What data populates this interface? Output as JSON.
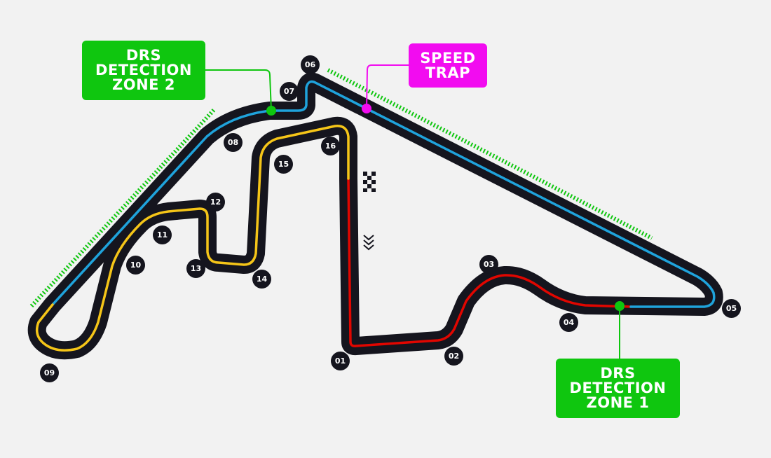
{
  "callouts": {
    "drs_zone_2": "DRS\nDETECTION\nZONE 2",
    "speed_trap": "SPEED\nTRAP",
    "drs_zone_1": "DRS\nDETECTION\nZONE 1"
  },
  "corners": [
    "01",
    "02",
    "03",
    "04",
    "05",
    "06",
    "07",
    "08",
    "09",
    "10",
    "11",
    "12",
    "13",
    "14",
    "15",
    "16"
  ],
  "colors": {
    "track": "#15151e",
    "sector_1": "#e10600",
    "sector_2": "#1fa3dc",
    "sector_3": "#f5c518",
    "drs": "#0fc60f",
    "speed_trap": "#f20cf0"
  },
  "icons": {
    "start_finish": "checkered-flag-icon",
    "direction": "chevron-down-icon"
  }
}
